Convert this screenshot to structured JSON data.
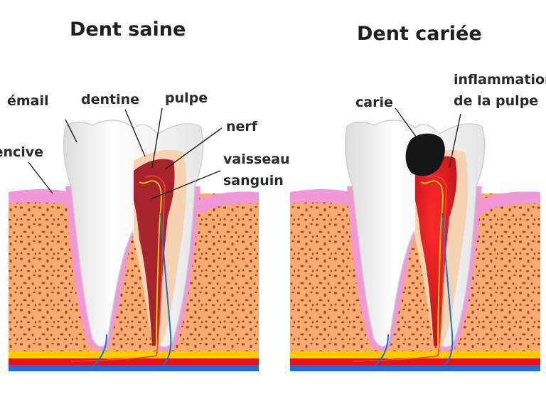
{
  "titles": {
    "healthy": "Dent saine",
    "decayed": "Dent cariée"
  },
  "labels": {
    "email": "émail",
    "gencive": "gencive",
    "dentine": "dentine",
    "pulpe": "pulpe",
    "nerf": "nerf",
    "vaisseau_line1": "vaisseau",
    "vaisseau_line2": "sanguin",
    "carie": "carie",
    "inflammation_line1": "inflammation",
    "inflammation_line2": "de la pulpe"
  },
  "colors": {
    "bone": "#f5ab72",
    "bone_holes": "#a9481c",
    "gum": "#ef9ad6",
    "enamel": "#f2f2f2",
    "dentine": "#f6d3b3",
    "pulp": "#a8242c",
    "pulp_inflamed": "#e01f1f",
    "caries": "#161616",
    "nerve": "#ffcc00",
    "artery": "#e4121b",
    "vein": "#1f6fd0"
  }
}
